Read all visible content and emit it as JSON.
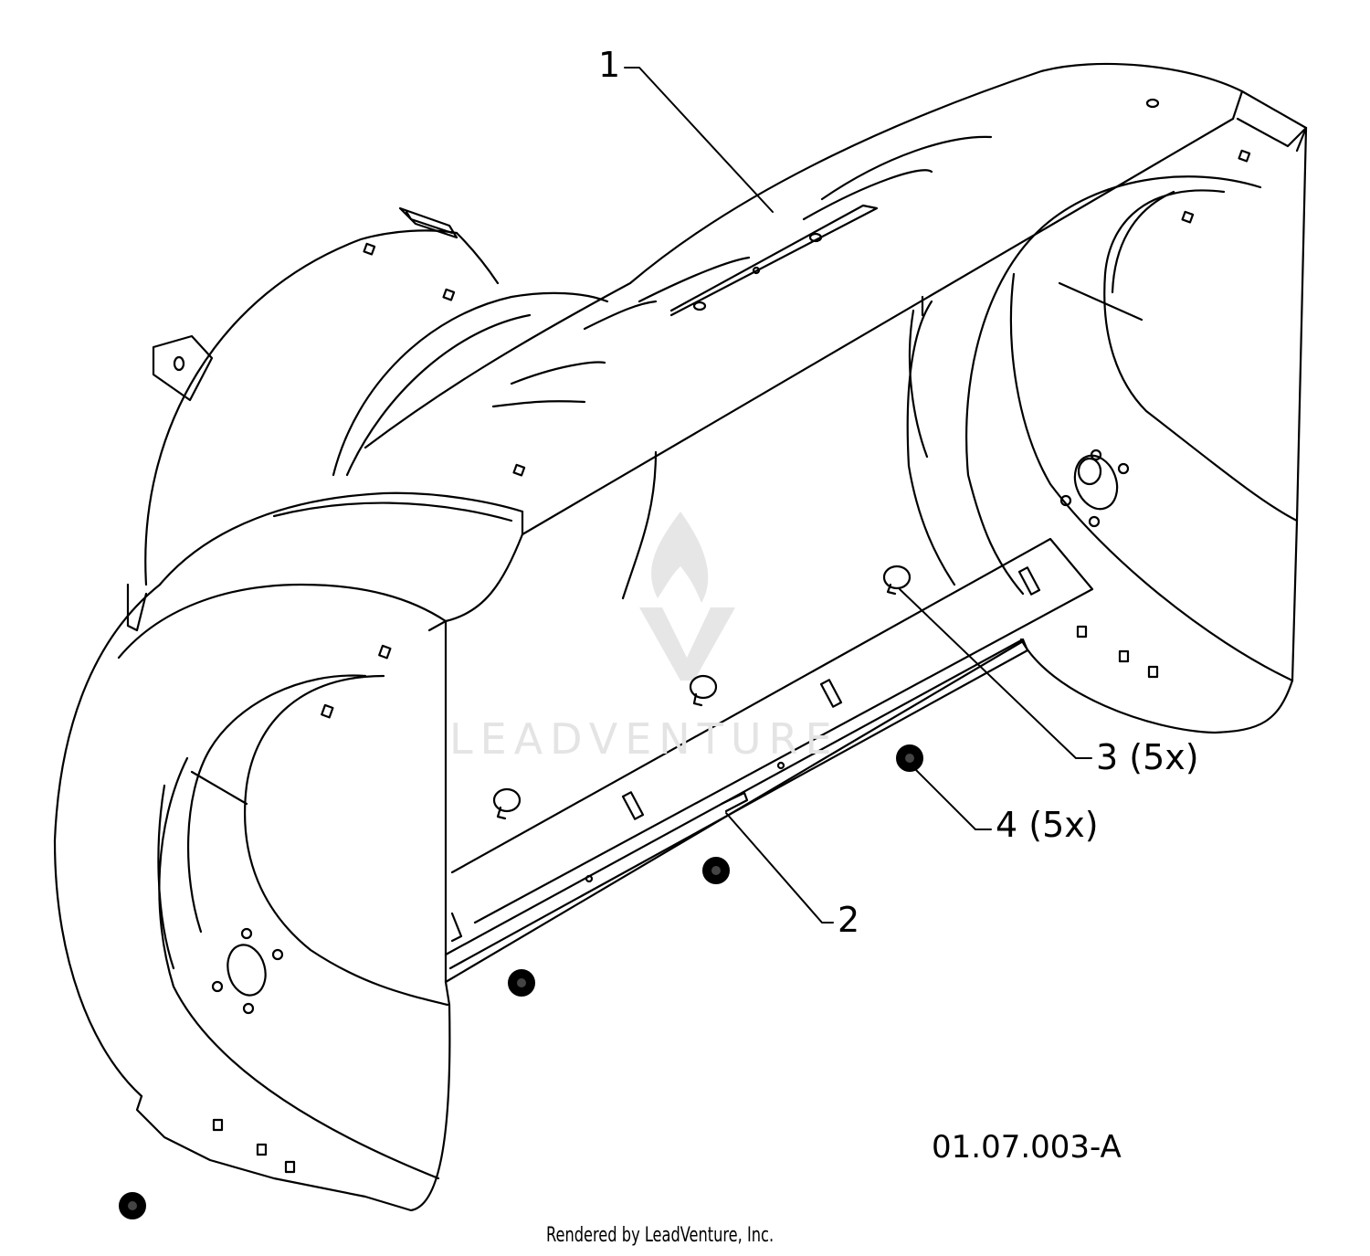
{
  "callouts": [
    {
      "id": "1",
      "label": "1"
    },
    {
      "id": "2",
      "label": "2"
    },
    {
      "id": "3",
      "label": "3 (5x)"
    },
    {
      "id": "4",
      "label": "4 (5x)"
    }
  ],
  "drawing_number": "01.07.003-A",
  "credit": "Rendered by LeadVenture, Inc.",
  "watermark": {
    "text": "LEADVENTURE",
    "icon": "leadventure-logo-icon",
    "color": "#e4e4e4"
  },
  "colors": {
    "line": "#000000",
    "background": "#ffffff"
  }
}
